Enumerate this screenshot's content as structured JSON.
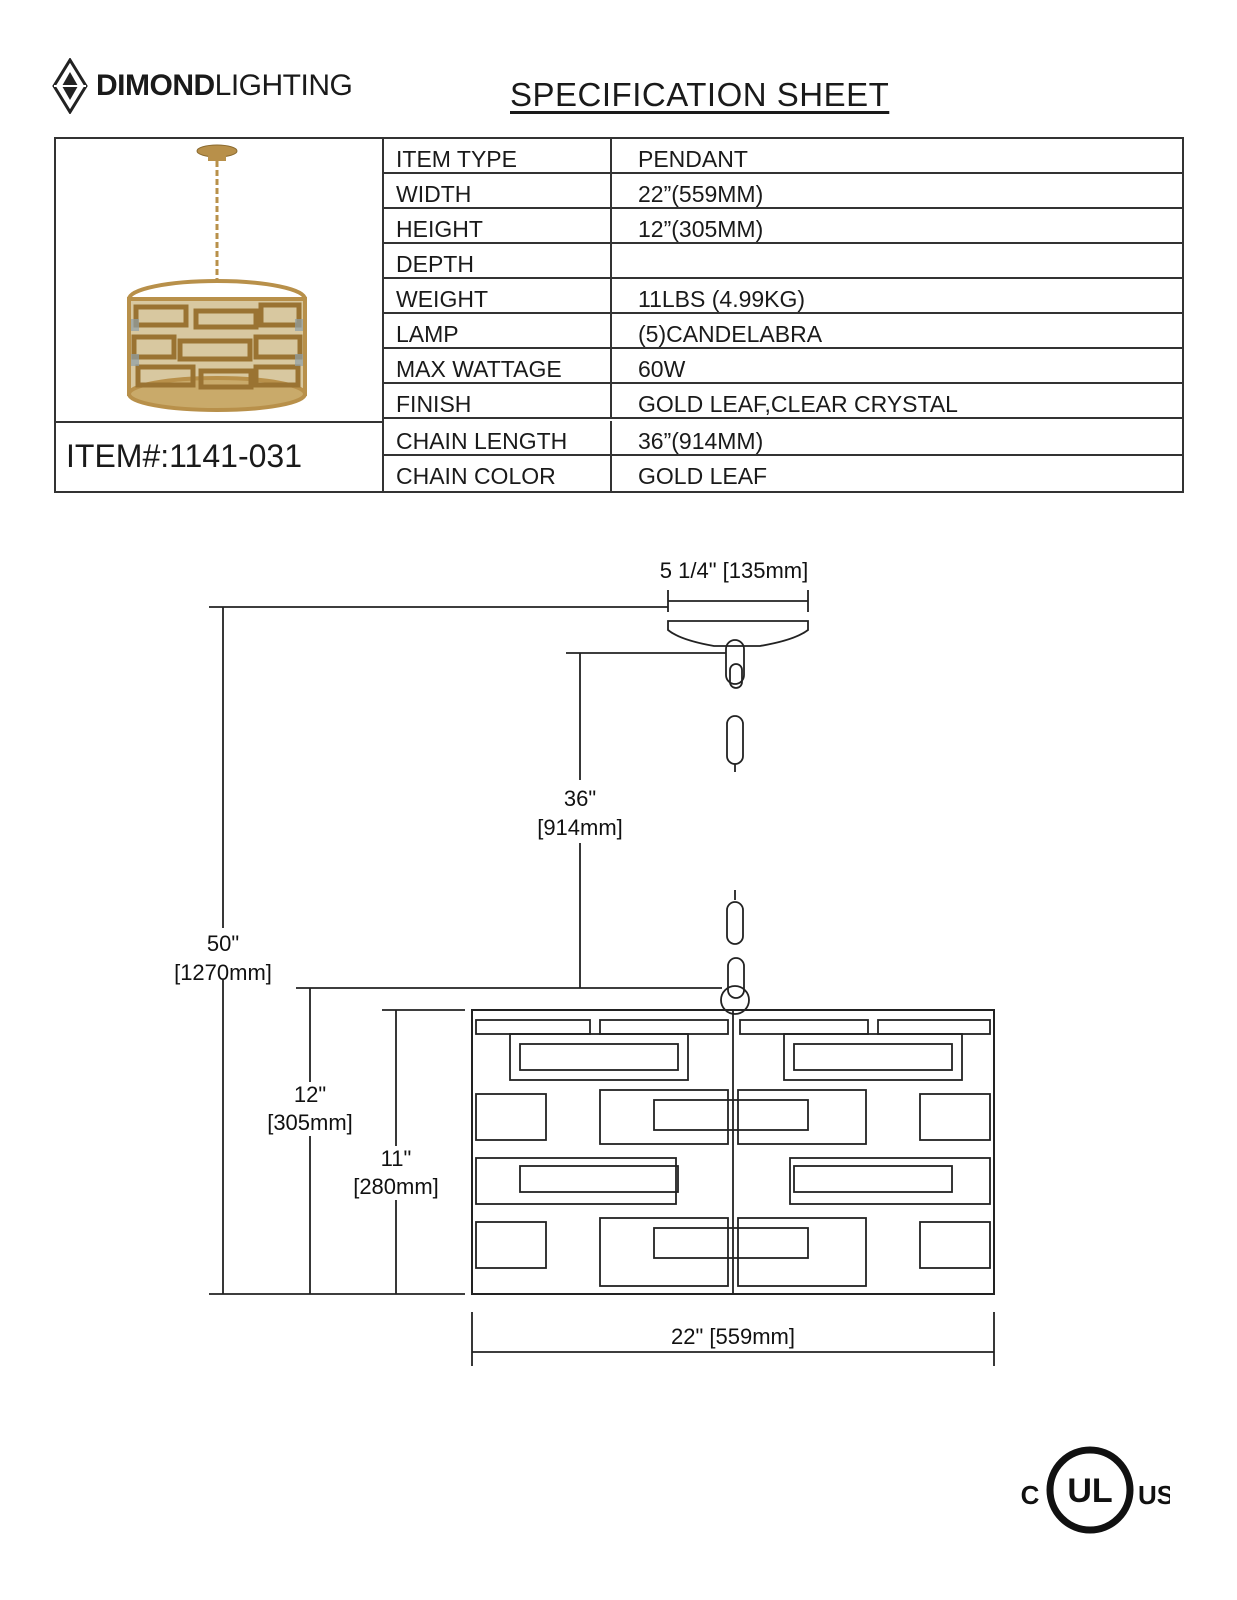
{
  "header": {
    "brand_bold": "DIMOND",
    "brand_light": "LIGHTING",
    "title": "SPECIFICATION  SHEET"
  },
  "item": {
    "label": "ITEM#:1141-031"
  },
  "specs": [
    {
      "label": "ITEM TYPE",
      "value": "PENDANT"
    },
    {
      "label": "WIDTH",
      "value": "22”(559MM)"
    },
    {
      "label": "HEIGHT",
      "value": "12”(305MM)"
    },
    {
      "label": "DEPTH",
      "value": ""
    },
    {
      "label": "WEIGHT",
      "value": "11LBS (4.99KG)"
    },
    {
      "label": "LAMP",
      "value": "(5)CANDELABRA"
    },
    {
      "label": "MAX WATTAGE",
      "value": "60W"
    },
    {
      "label": "FINISH",
      "value": "GOLD LEAF,CLEAR CRYSTAL"
    },
    {
      "label": "CHAIN LENGTH",
      "value": "36”(914MM)"
    },
    {
      "label": "CHAIN COLOR",
      "value": "GOLD LEAF"
    }
  ],
  "dimensions": {
    "canopy": "5 1/4\" [135mm]",
    "chain_in": "36\"",
    "chain_mm": "[914mm]",
    "overall_in": "50\"",
    "overall_mm": "[1270mm]",
    "height_in": "12\"",
    "height_mm": "[305mm]",
    "body_in": "11\"",
    "body_mm": "[280mm]",
    "width": "22\" [559mm]"
  },
  "certification": {
    "left": "C",
    "center": "UL",
    "right": "US"
  },
  "colors": {
    "gold": "#b8904a",
    "line": "#222222"
  }
}
